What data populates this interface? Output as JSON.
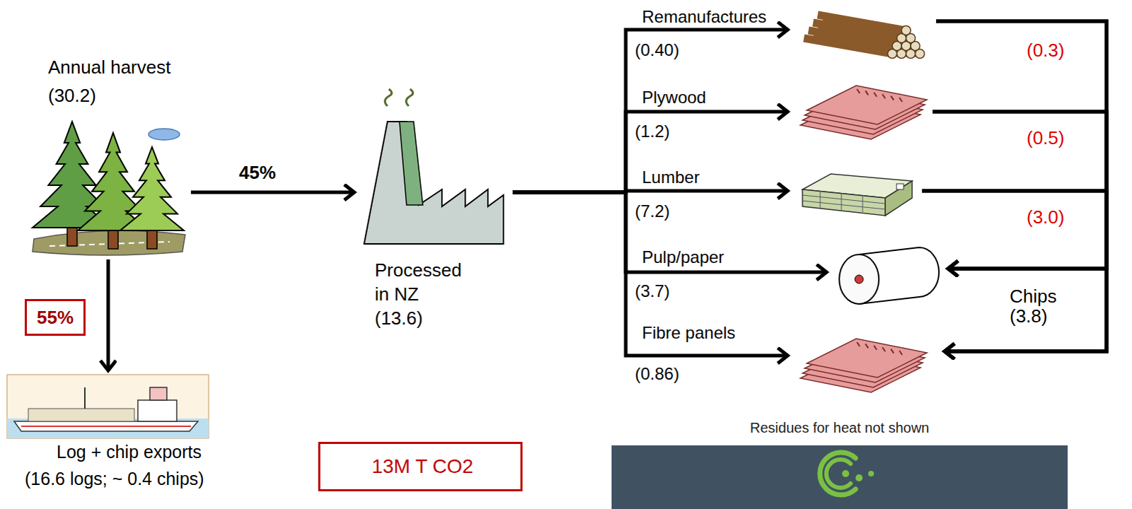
{
  "diagram": {
    "nodes": [
      {
        "text": [
          "Annual harvest (30.2)"
        ]
      },
      {
        "text": [
          "Processed in NZ (13.6)"
        ]
      },
      {
        "text": [
          "Log + chip exports (16.6 logs; ~ 0.4 chips)"
        ]
      },
      {
        "text": [
          "Remanufactures",
          "(0.40)"
        ]
      },
      {
        "text": [
          "Plywood",
          "(1.2)"
        ]
      },
      {
        "text": [
          "Lumber",
          "(7.2)"
        ]
      },
      {
        "text": [
          "Pulp/paper",
          "(3.7)"
        ]
      },
      {
        "text": [
          "Fibre panels",
          "(0.86)"
        ]
      },
      {
        "text": [
          "13M T CO2"
        ]
      }
    ],
    "edges": [
      {
        "from": 0,
        "to": 1,
        "arrow": "to",
        "label": "45%"
      },
      {
        "from": 0,
        "to": 2,
        "arrow": "to",
        "label": "55%"
      },
      {
        "from": 1,
        "to": 3,
        "arrow": "to"
      },
      {
        "from": 1,
        "to": 4,
        "arrow": "to"
      },
      {
        "from": 1,
        "to": 5,
        "arrow": "to"
      },
      {
        "from": 1,
        "to": 6,
        "arrow": "to"
      },
      {
        "from": 1,
        "to": 7,
        "arrow": "to"
      },
      {
        "from": 3,
        "to": 6,
        "arrow": "to"
      },
      {
        "from": 3,
        "to": 7,
        "arrow": "to"
      },
      {
        "from": 4,
        "to": 6,
        "arrow": "to"
      },
      {
        "from": 4,
        "to": 7,
        "arrow": "to"
      },
      {
        "from": 5,
        "to": 6,
        "arrow": "to"
      },
      {
        "from": 5,
        "to": 7,
        "arrow": "to"
      }
    ],
    "labels": [
      "(0.3)",
      "(0.5)",
      "(3.0)",
      "Chips (3.8)",
      "Residues for heat not shown"
    ]
  }
}
